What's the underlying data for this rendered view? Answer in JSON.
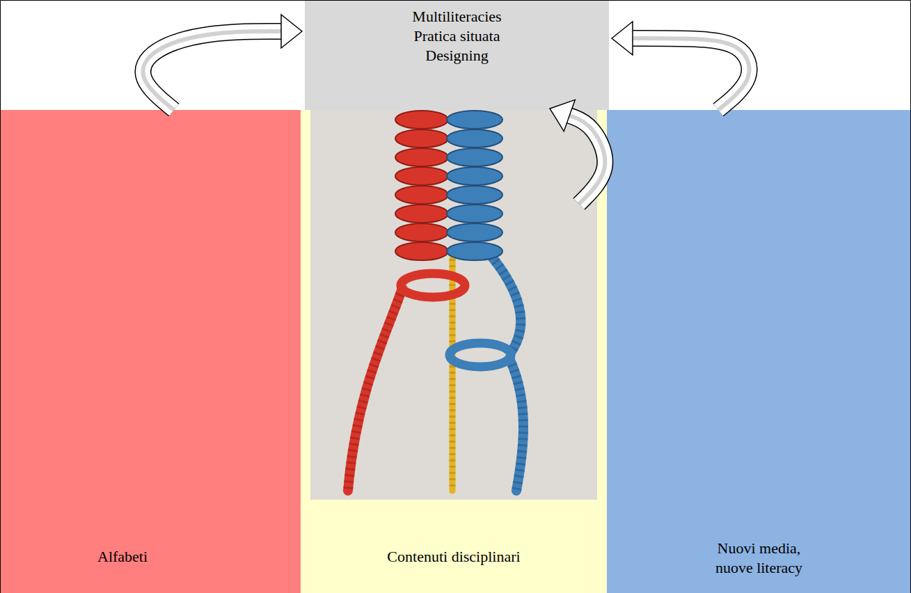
{
  "diagram": {
    "nodes": [
      {
        "text": [
          "Multiliteracies",
          "Pratica situata",
          "Designing"
        ]
      },
      {
        "text": [
          "Alfabeti"
        ]
      },
      {
        "text": [
          "Contenuti disciplinari"
        ]
      },
      {
        "text": [
          "Nuovi media, nuove literacy"
        ]
      }
    ],
    "edges": [
      {
        "from": 1,
        "to": 0,
        "arrow": "to"
      },
      {
        "from": 2,
        "to": 0,
        "arrow": "to"
      },
      {
        "from": 3,
        "to": 0,
        "arrow": "to"
      }
    ]
  }
}
